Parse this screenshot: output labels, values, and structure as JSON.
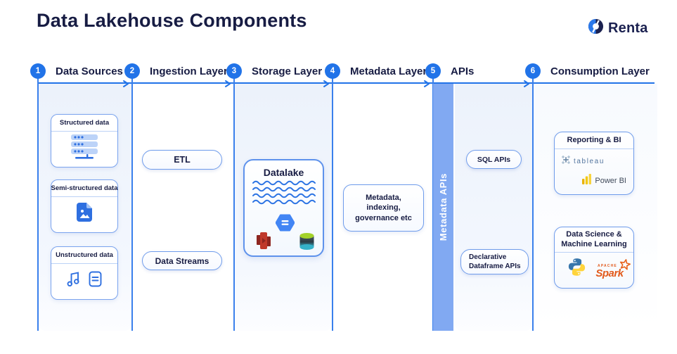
{
  "title": "Data Lakehouse Components",
  "brand": {
    "name": "Renta",
    "icon": "renta-logo-icon"
  },
  "timeline": {
    "steps": [
      {
        "num": "1",
        "label": "Data Sources"
      },
      {
        "num": "2",
        "label": "Ingestion Layer"
      },
      {
        "num": "3",
        "label": "Storage Layer"
      },
      {
        "num": "4",
        "label": "Metadata Layer"
      },
      {
        "num": "5",
        "label": "APIs"
      },
      {
        "num": "6",
        "label": "Consumption Layer"
      }
    ]
  },
  "data_sources": {
    "cards": [
      {
        "title": "Structured data",
        "icon": "server-database-icon"
      },
      {
        "title": "Semi-structured data",
        "icon": "image-file-icon"
      },
      {
        "title": "Unstructured data",
        "icons": [
          "music-note-icon",
          "text-document-icon"
        ]
      }
    ]
  },
  "ingestion_layer": {
    "etl_label": "ETL",
    "data_streams_label": "Data Streams"
  },
  "storage_layer": {
    "card_title": "Datalake",
    "icons": [
      "water-waves-icon",
      "amazon-redshift-icon",
      "google-bigquery-icon",
      "database-cylinder-icon"
    ]
  },
  "metadata_layer": {
    "card_text": "Metadata,\nindexing,\ngovernance etc"
  },
  "metadata_apis_bar": {
    "label": "Metadata APIs"
  },
  "apis_layer": {
    "sql_label": "SQL APIs",
    "declarative_label": "Declarative\nDataframe APIs"
  },
  "consumption_layer": {
    "reporting_card": {
      "title": "Reporting & BI",
      "tableau_text": "tableau",
      "powerbi_text": "Power BI",
      "icons": [
        "tableau-icon",
        "powerbi-icon"
      ]
    },
    "datascience_card": {
      "title": "Data Science &\nMachine Learning",
      "spark_small_text": "APACHE",
      "spark_text": "Spark",
      "icons": [
        "python-icon",
        "apache-spark-icon"
      ]
    }
  },
  "colors": {
    "accent_blue": "#2173e8",
    "navy_text": "#171c43",
    "metadata_bar_blue": "#81a9f2",
    "panel_light_blue": "#ecf2fb",
    "card_border_blue": "#7aa3ee"
  }
}
